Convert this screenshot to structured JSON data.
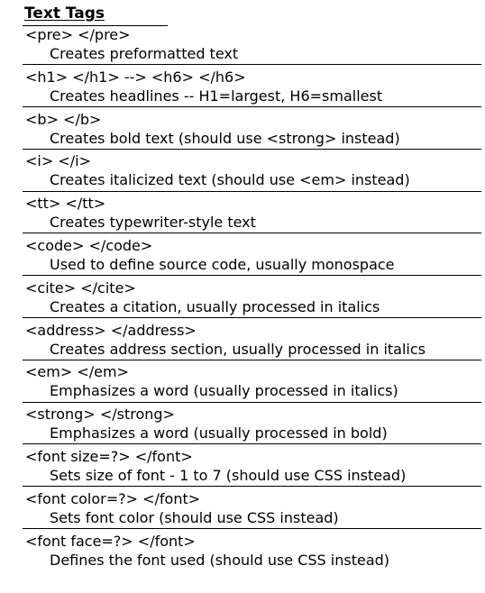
{
  "title": "Text Tags",
  "entries": [
    {
      "tag": "<pre> </pre>",
      "description": "Creates preformatted text"
    },
    {
      "tag": "<h1> </h1> --> <h6> </h6>",
      "description": "Creates headlines -- H1=largest, H6=smallest"
    },
    {
      "tag": "<b> </b>",
      "description": "Creates bold text (should use <strong> instead)"
    },
    {
      "tag": "<i> </i>",
      "description": "Creates italicized text (should use <em> instead)"
    },
    {
      "tag": "<tt> </tt>",
      "description": "Creates typewriter-style text"
    },
    {
      "tag": "<code> </code>",
      "description": "Used to define source code, usually monospace"
    },
    {
      "tag": "<cite> </cite>",
      "description": "Creates a citation, usually processed in italics"
    },
    {
      "tag": "<address> </address>",
      "description": "Creates address section, usually processed in italics"
    },
    {
      "tag": "<em> </em>",
      "description": "Emphasizes a word (usually processed in italics)"
    },
    {
      "tag": "<strong> </strong>",
      "description": "Emphasizes a word (usually processed in bold)"
    },
    {
      "tag": "<font size=?> </font>",
      "description": "Sets size of font - 1 to 7 (should use CSS instead)"
    },
    {
      "tag": "<font color=?> </font>",
      "description": "Sets font color (should use CSS instead)"
    },
    {
      "tag": "<font face=?> </font>",
      "description": "Defines the font used (should use CSS instead)"
    }
  ]
}
